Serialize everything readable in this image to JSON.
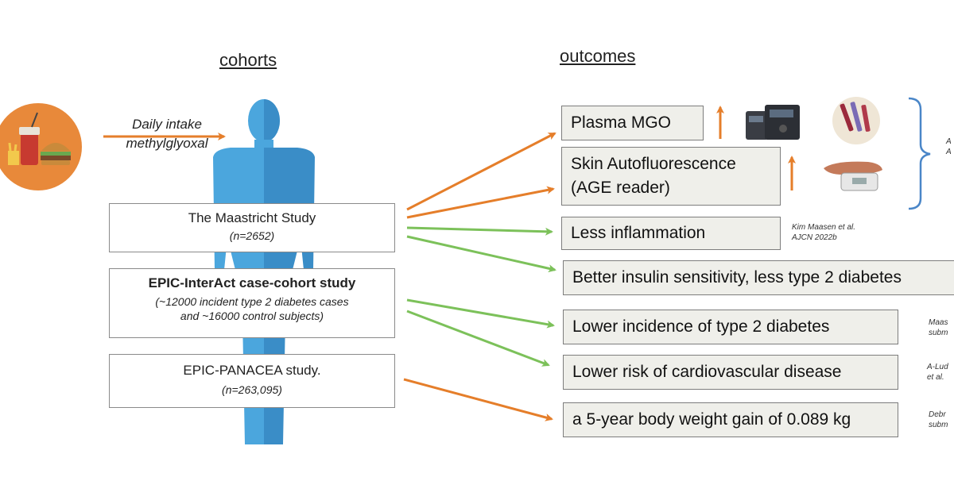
{
  "headings": {
    "cohorts": "cohorts",
    "outcomes": "outcomes"
  },
  "intake": {
    "line1": "Daily intake",
    "line2": "methylglyoxal"
  },
  "cohorts": [
    {
      "title": "The Maastricht Study",
      "sub": "(n=2652)"
    },
    {
      "title": "EPIC-InterAct case-cohort study",
      "sub1": "(~12000 incident type 2 diabetes cases",
      "sub2": "and ~16000 control subjects)"
    },
    {
      "title": "EPIC-PANACEA study.",
      "sub": "(n=263,095)"
    }
  ],
  "outcomes": [
    "Plasma MGO",
    "Skin Autofluorescence",
    "(AGE reader)",
    "Less inflammation",
    "Better insulin sensitivity, less type 2 diabetes",
    "Lower incidence of type 2 diabetes",
    "Lower risk of cardiovascular disease",
    "a 5-year body weight gain of 0.089 kg"
  ],
  "citations": {
    "maasen_1": "Kim Maasen et al.",
    "maasen_2": "AJCN 2022b",
    "right_1a": "Maas",
    "right_1b": "subm",
    "right_2a": "A-Lud",
    "right_2b": "et al.",
    "right_3a": "Debr",
    "right_3b": "subm",
    "far_a": "A",
    "far_b": "A"
  },
  "colors": {
    "orange": "#e57e2a",
    "green": "#7cc15a",
    "person_light": "#4ba6dd",
    "person_dark": "#3a8dc7",
    "bracket": "#4a86c8"
  }
}
